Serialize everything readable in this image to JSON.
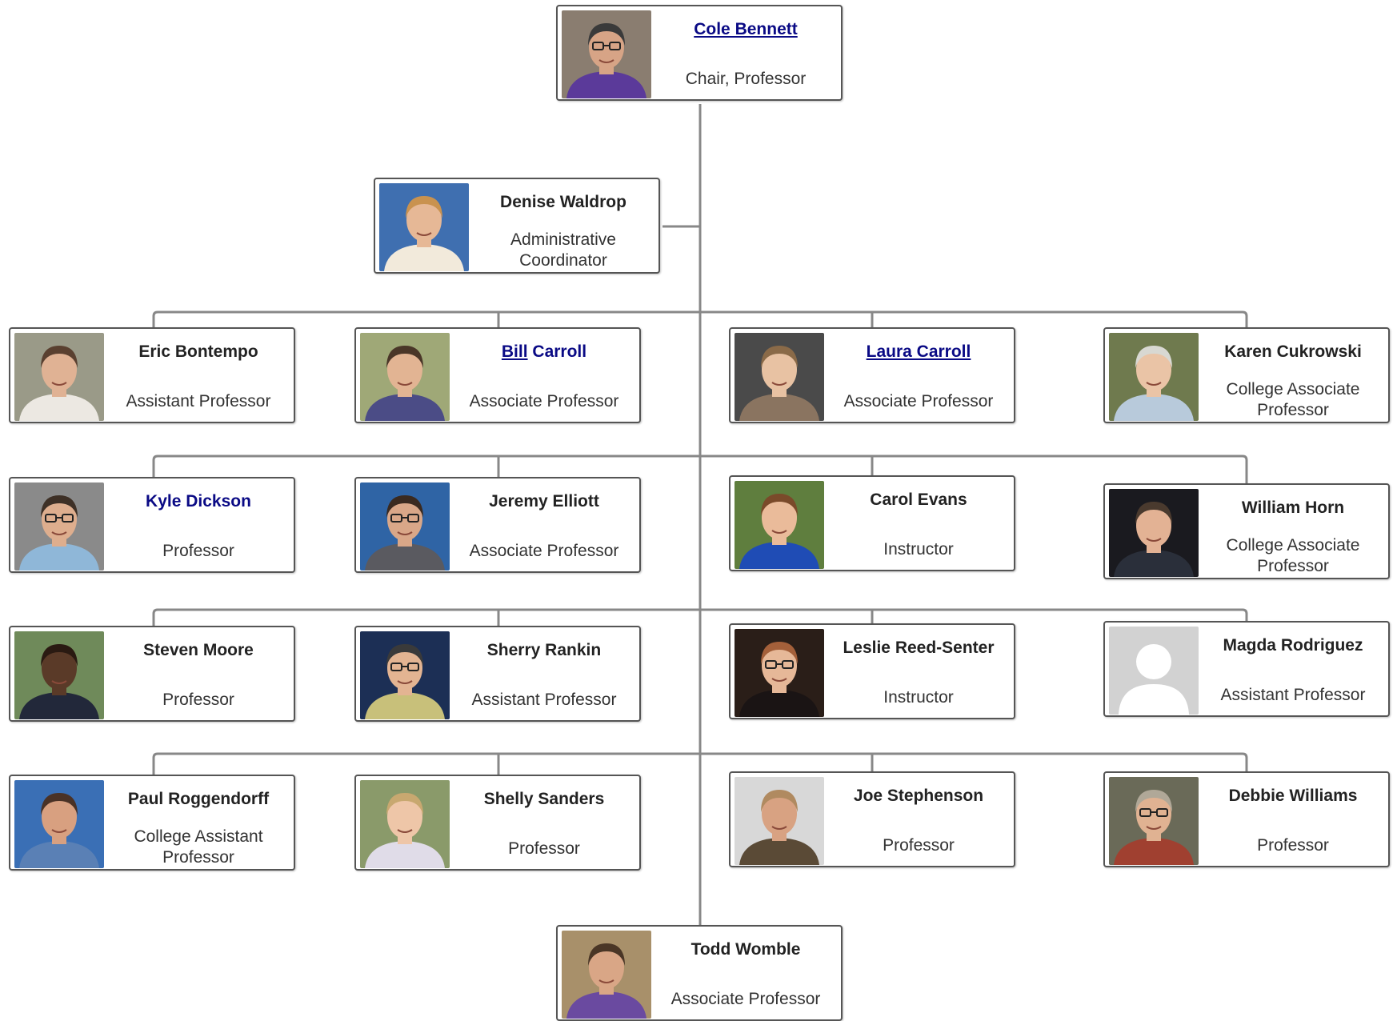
{
  "org_chart": {
    "colors": {
      "connector": "#888888",
      "card_border": "#555555",
      "link_name": "#0a0a85",
      "text": "#333333"
    },
    "people": [
      {
        "id": "cole-bennett",
        "name": "Cole Bennett",
        "role": "Chair, Professor",
        "link": true,
        "underline": true,
        "photo": {
          "bg": "#8a7d70",
          "skin": "#d7a486",
          "hair": "#3a3a3a",
          "shirt": "#5b3a9a",
          "glasses": true
        }
      },
      {
        "id": "denise-waldrop",
        "name": "Denise Waldrop",
        "role": "Administrative Coordinator",
        "link": false,
        "photo": {
          "bg": "#3f6fb0",
          "skin": "#e6b896",
          "hair": "#c9924f",
          "shirt": "#f2eadb",
          "glasses": false
        }
      },
      {
        "id": "eric-bontempo",
        "name": "Eric Bontempo",
        "role": "Assistant Professor",
        "link": false,
        "photo": {
          "bg": "#9a9a88",
          "skin": "#e0b294",
          "hair": "#5a4030",
          "shirt": "#ece8e2",
          "glasses": false
        }
      },
      {
        "id": "bill-carroll",
        "name": "Bill Carroll",
        "role": "Associate Professor",
        "link": true,
        "underline_part": "Bill",
        "rest": " Carroll",
        "photo": {
          "bg": "#9fa877",
          "skin": "#e2b493",
          "hair": "#4a3628",
          "shirt": "#4b4c86",
          "glasses": false
        }
      },
      {
        "id": "laura-carroll",
        "name": "Laura Carroll",
        "role": "Associate Professor",
        "link": true,
        "underline": true,
        "photo": {
          "bg": "#4a4a4a",
          "skin": "#e8c2a3",
          "hair": "#8a6a48",
          "shirt": "#8a7460",
          "glasses": false
        }
      },
      {
        "id": "karen-cukrowski",
        "name": "Karen Cukrowski",
        "role": "College Associate Professor",
        "link": false,
        "photo": {
          "bg": "#6f7a4e",
          "skin": "#eac4a6",
          "hair": "#d8d8d2",
          "shirt": "#b8cadb",
          "glasses": false
        }
      },
      {
        "id": "kyle-dickson",
        "name": "Kyle Dickson",
        "role": "Professor",
        "link": true,
        "underline": false,
        "photo": {
          "bg": "#8a8a8a",
          "skin": "#deae8e",
          "hair": "#3e3026",
          "shirt": "#8fb7d8",
          "glasses": true
        }
      },
      {
        "id": "jeremy-elliott",
        "name": "Jeremy Elliott",
        "role": "Associate Professor",
        "link": false,
        "photo": {
          "bg": "#2f64a5",
          "skin": "#d9a788",
          "hair": "#3a2a20",
          "shirt": "#5a5a60",
          "glasses": true
        }
      },
      {
        "id": "carol-evans",
        "name": "Carol Evans",
        "role": "Instructor",
        "link": false,
        "photo": {
          "bg": "#5f7e3e",
          "skin": "#eabb9a",
          "hair": "#7a4a2a",
          "shirt": "#1f4cb5",
          "glasses": false
        }
      },
      {
        "id": "william-horn",
        "name": "William Horn",
        "role": "College Associate Professor",
        "link": false,
        "photo": {
          "bg": "#1a1a1f",
          "skin": "#e3b294",
          "hair": "#4a3a2e",
          "shirt": "#2a2f3a",
          "glasses": false
        }
      },
      {
        "id": "steven-moore",
        "name": "Steven Moore",
        "role": "Professor",
        "link": false,
        "photo": {
          "bg": "#6f8a5a",
          "skin": "#5a3a28",
          "hair": "#2a1a12",
          "shirt": "#22283a",
          "glasses": false
        }
      },
      {
        "id": "sherry-rankin",
        "name": "Sherry Rankin",
        "role": "Assistant Professor",
        "link": false,
        "photo": {
          "bg": "#1c2f55",
          "skin": "#e3b492",
          "hair": "#3a3a3a",
          "shirt": "#c8c07a",
          "glasses": true
        }
      },
      {
        "id": "leslie-reed-senter",
        "name": "Leslie Reed-Senter",
        "role": "Instructor",
        "link": false,
        "photo": {
          "bg": "#2a1e18",
          "skin": "#e6b898",
          "hair": "#a4603a",
          "shirt": "#1a1414",
          "glasses": true
        }
      },
      {
        "id": "magda-rodriguez",
        "name": "Magda Rodriguez",
        "role": "Assistant Professor",
        "link": false,
        "photo": {
          "placeholder": true
        }
      },
      {
        "id": "paul-roggendorff",
        "name": "Paul Roggendorff",
        "role": "College Assistant Professor",
        "link": false,
        "photo": {
          "bg": "#3a6fb5",
          "skin": "#d8a080",
          "hair": "#4a3226",
          "shirt": "#5a80b5",
          "glasses": false
        }
      },
      {
        "id": "shelly-sanders",
        "name": "Shelly Sanders",
        "role": "Professor",
        "link": false,
        "photo": {
          "bg": "#8a9a6a",
          "skin": "#eec6a8",
          "hair": "#c8a870",
          "shirt": "#e0dce8",
          "glasses": false
        }
      },
      {
        "id": "joe-stephenson",
        "name": "Joe Stephenson",
        "role": "Professor",
        "link": false,
        "photo": {
          "bg": "#d8d8d8",
          "skin": "#d8a282",
          "hair": "#b08a60",
          "shirt": "#5a4a36",
          "glasses": false
        }
      },
      {
        "id": "debbie-williams",
        "name": "Debbie Williams",
        "role": "Professor",
        "link": false,
        "photo": {
          "bg": "#6a6a58",
          "skin": "#e0b292",
          "hair": "#b0a898",
          "shirt": "#a04030",
          "glasses": true
        }
      },
      {
        "id": "todd-womble",
        "name": "Todd Womble",
        "role": "Associate Professor",
        "link": false,
        "photo": {
          "bg": "#a8906a",
          "skin": "#d9a686",
          "hair": "#4a3626",
          "shirt": "#6a4aa0",
          "glasses": false
        }
      }
    ]
  }
}
